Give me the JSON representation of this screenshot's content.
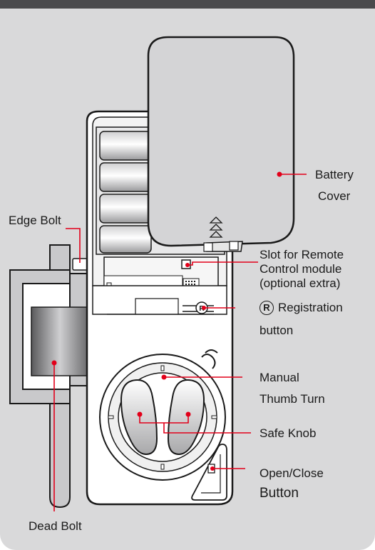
{
  "labels": {
    "battery_cover": [
      "Battery",
      "Cover"
    ],
    "edge_bolt": "Edge Bolt",
    "remote_slot": [
      "Slot for Remote",
      "Control module",
      "(optional extra)"
    ],
    "registration": {
      "mark": "R",
      "line1": "Registration",
      "line2": "button"
    },
    "manual_thumb_turn": [
      "Manual",
      "Thumb Turn"
    ],
    "safe_knob": "Safe Knob",
    "open_close": [
      "Open/Close",
      "Button"
    ],
    "dead_bolt": "Dead Bolt"
  },
  "colors": {
    "background": "#d9d9da",
    "header_bar": "#4a4a4c",
    "leader_line": "#e2001a",
    "leader_dot": "#e2001a",
    "outline": "#1a1a1a"
  }
}
